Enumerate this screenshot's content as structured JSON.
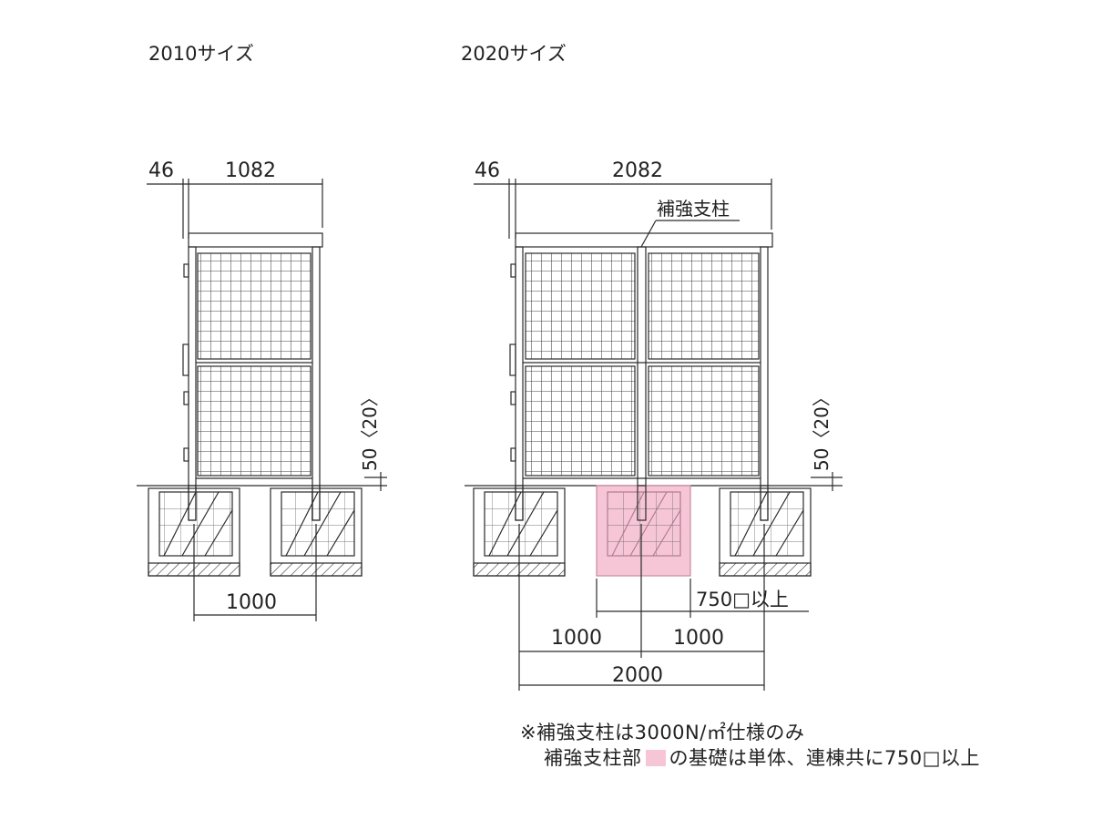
{
  "diagrams": [
    {
      "title": "2010サイズ",
      "dims": {
        "left_offset": "46",
        "width": "1082",
        "post_span": "1000",
        "height_note": "50〈20〉"
      }
    },
    {
      "title": "2020サイズ",
      "dims": {
        "left_offset": "46",
        "width": "2082",
        "reinforcement_label": "補強支柱",
        "foundation": "750□以上",
        "span_left": "1000",
        "span_right": "1000",
        "total": "2000",
        "height_note": "50〈20〉"
      }
    }
  ],
  "notes": {
    "line1": "※補強支柱は3000N/㎡仕様のみ",
    "line2_before": "補強支柱部",
    "line2_after": "の基礎は単体、連棟共に750□以上"
  },
  "colors": {
    "line": "#2a2a2a",
    "highlight": "#f6c6d7"
  }
}
